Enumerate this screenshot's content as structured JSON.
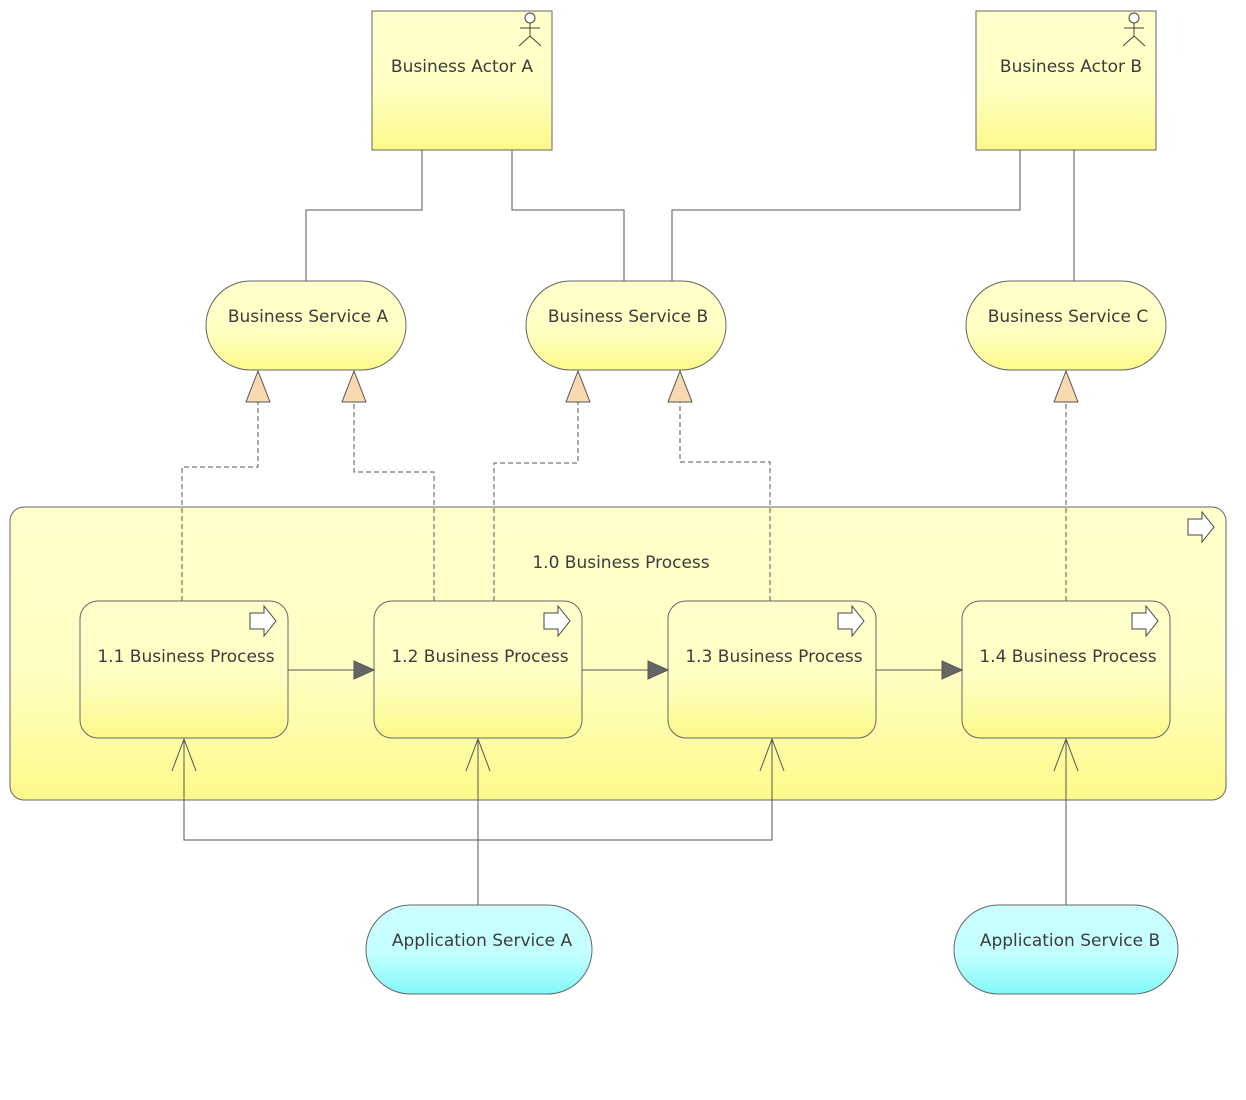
{
  "actors": [
    {
      "id": "actor-a",
      "label": "Business Actor A",
      "icon": "stick-figure-icon"
    },
    {
      "id": "actor-b",
      "label": "Business Actor B",
      "icon": "stick-figure-icon"
    }
  ],
  "business_services": [
    {
      "id": "service-a",
      "label": "Business Service A"
    },
    {
      "id": "service-b",
      "label": "Business Service B"
    },
    {
      "id": "service-c",
      "label": "Business Service C"
    }
  ],
  "main_process": {
    "label": "1.0 Business Process",
    "icon": "process-arrow-icon"
  },
  "sub_processes": [
    {
      "id": "process-1-1",
      "label": "1.1 Business Process",
      "icon": "process-arrow-icon"
    },
    {
      "id": "process-1-2",
      "label": "1.2 Business Process",
      "icon": "process-arrow-icon"
    },
    {
      "id": "process-1-3",
      "label": "1.3 Business Process",
      "icon": "process-arrow-icon"
    },
    {
      "id": "process-1-4",
      "label": "1.4 Business Process",
      "icon": "process-arrow-icon"
    }
  ],
  "application_services": [
    {
      "id": "app-service-a",
      "label": "Application Service A"
    },
    {
      "id": "app-service-b",
      "label": "Application Service B"
    }
  ],
  "colors": {
    "business_fill_top": "#ffffcc",
    "business_fill_bottom": "#fcfa8a",
    "application_fill_top": "#ccffff",
    "application_fill_bottom": "#80f9f9",
    "realization_head": "#f9d9b0",
    "stroke": "#555555"
  }
}
